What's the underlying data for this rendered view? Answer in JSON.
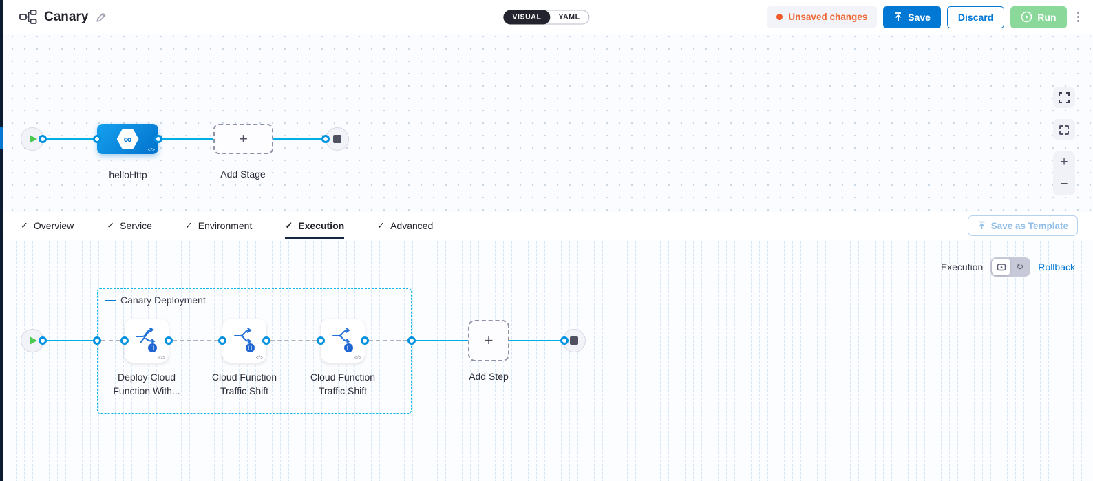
{
  "header": {
    "title": "Canary",
    "mode_toggle": {
      "visual_label": "VISUAL",
      "yaml_label": "YAML",
      "selected": "VISUAL"
    },
    "unsaved_badge_label": "Unsaved changes",
    "save_label": "Save",
    "discard_label": "Discard",
    "run_label": "Run",
    "colors": {
      "accent_blue": "#0278D5",
      "unsaved_orange": "#EE6A36",
      "run_green": "#8BD89B",
      "wire_cyan": "#00ADE4"
    }
  },
  "pipeline_canvas": {
    "stage_name": "helloHttp",
    "add_stage_label": "Add Stage"
  },
  "tabs": {
    "items": [
      {
        "label": "Overview",
        "selected": false
      },
      {
        "label": "Service",
        "selected": false
      },
      {
        "label": "Environment",
        "selected": false
      },
      {
        "label": "Execution",
        "selected": true
      },
      {
        "label": "Advanced",
        "selected": false
      }
    ],
    "save_as_template_label": "Save as Template"
  },
  "execution": {
    "mode_label": "Execution",
    "rollback_label": "Rollback",
    "group_name": "Canary Deployment",
    "steps": [
      {
        "name": "Deploy Cloud Function With..."
      },
      {
        "name": "Cloud Function Traffic Shift"
      },
      {
        "name": "Cloud Function Traffic Shift"
      }
    ],
    "add_step_label": "Add Step"
  },
  "icons": {
    "plus": "+",
    "minus": "−",
    "infinity": "∞",
    "code": "</>",
    "check": "✓",
    "collapse_dash": "—",
    "rollback_arrow": "↻",
    "badge": "{-}"
  }
}
